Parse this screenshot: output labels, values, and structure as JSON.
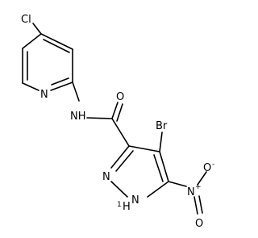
{
  "molecule": {
    "atoms": {
      "cl": "Cl",
      "n_pyridine": "N",
      "nh_amide": "NH",
      "o_carbonyl": "O",
      "br": "Br",
      "n_pyrazole": "N",
      "nh_pyrazole": "N",
      "nh_pyrazole_h": "H",
      "nh_pyrazole_h_num": "1",
      "n_nitro": "N",
      "n_nitro_charge": "+",
      "o_nitro_top": "O",
      "o_nitro_top_charge": "-",
      "o_nitro_bottom": "O"
    }
  }
}
